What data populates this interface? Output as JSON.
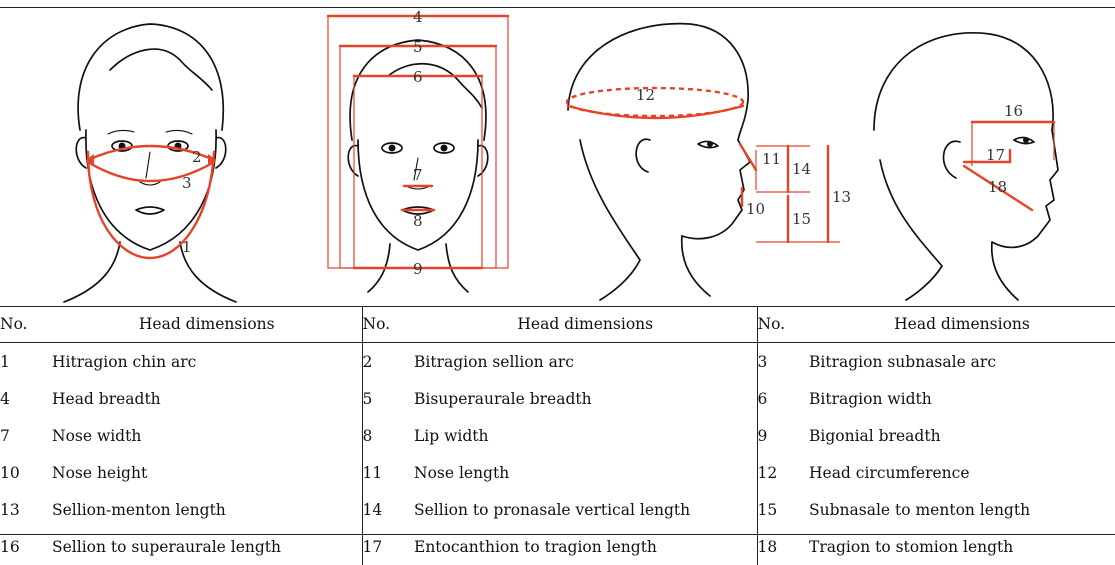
{
  "figures": {
    "face_front_arcs": {
      "labels": [
        "1",
        "2",
        "3"
      ]
    },
    "face_front_widths": {
      "labels": [
        "4",
        "5",
        "6",
        "7",
        "8",
        "9"
      ]
    },
    "profile_lengths": {
      "labels": [
        "10",
        "11",
        "12",
        "13",
        "14",
        "15"
      ]
    },
    "profile_ear": {
      "labels": [
        "16",
        "17",
        "18"
      ]
    }
  },
  "table": {
    "headers": [
      {
        "no": "No.",
        "dim": "Head dimensions"
      },
      {
        "no": "No.",
        "dim": "Head dimensions"
      },
      {
        "no": "No.",
        "dim": "Head dimensions"
      }
    ],
    "rows": [
      [
        {
          "no": "1",
          "name": "Hitragion chin arc"
        },
        {
          "no": "2",
          "name": "Bitragion sellion arc"
        },
        {
          "no": "3",
          "name": "Bitragion subnasale arc"
        }
      ],
      [
        {
          "no": "4",
          "name": "Head breadth"
        },
        {
          "no": "5",
          "name": "Bisuperaurale breadth"
        },
        {
          "no": "6",
          "name": "Bitragion width"
        }
      ],
      [
        {
          "no": "7",
          "name": "Nose width"
        },
        {
          "no": "8",
          "name": "Lip width"
        },
        {
          "no": "9",
          "name": "Bigonial breadth"
        }
      ],
      [
        {
          "no": "10",
          "name": "Nose height"
        },
        {
          "no": "11",
          "name": "Nose length"
        },
        {
          "no": "12",
          "name": "Head circumference"
        }
      ],
      [
        {
          "no": "13",
          "name": "Sellion-menton length"
        },
        {
          "no": "14",
          "name": "Sellion to pronasale vertical length"
        },
        {
          "no": "15",
          "name": "Subnasale to menton length"
        }
      ],
      [
        {
          "no": "16",
          "name": "Sellion to superaurale length"
        },
        {
          "no": "17",
          "name": "Entocanthion to tragion length"
        },
        {
          "no": "18",
          "name": "Tragion to stomion length"
        }
      ]
    ]
  }
}
